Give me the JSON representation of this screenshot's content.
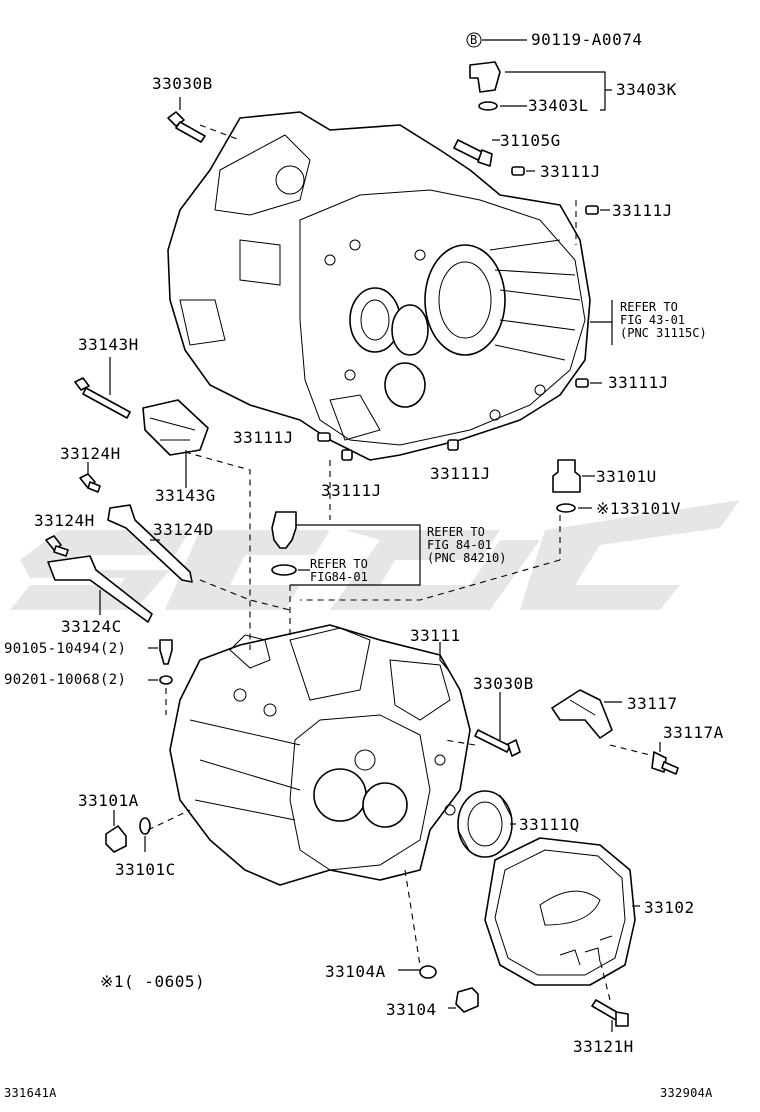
{
  "labels": {
    "p90119": "90119-A0074",
    "p33403k": "33403K",
    "p33403l": "33403L",
    "p33030b_top": "33030B",
    "p31105g": "31105G",
    "p33111j_1": "33111J",
    "p33111j_2": "33111J",
    "p33111j_3": "33111J",
    "p33111j_4": "33111J",
    "p33111j_5": "33111J",
    "p33111j_6": "33111J",
    "p33143h": "33143H",
    "p33124h_1": "33124H",
    "p33143g": "33143G",
    "p33124h_2": "33124H",
    "p33124d": "33124D",
    "p33101u": "33101U",
    "p133101v": "※133101V",
    "p33124c": "33124C",
    "p90105": "90105-10494(2)",
    "p90201": "90201-10068(2)",
    "p33111": "33111",
    "p33030b_mid": "33030B",
    "p33117": "33117",
    "p33117a": "33117A",
    "p33101a": "33101A",
    "p33101c": "33101C",
    "p33111q": "33111Q",
    "p33102": "33102",
    "p33104a": "33104A",
    "p33104": "33104",
    "p33121h": "33121H",
    "note": "※1(    -0605)",
    "code_left": "331641A",
    "code_right": "332904A",
    "b_marker": "B"
  },
  "refs": {
    "ref1": "REFER TO\nFIG 43-01\n(PNC 31115C)",
    "ref2": "REFER TO\nFIG 84-01\n(PNC 84210)",
    "ref3": "REFER TO\nFIG84-01"
  },
  "watermark": {
    "color": "#e6e6e6"
  }
}
